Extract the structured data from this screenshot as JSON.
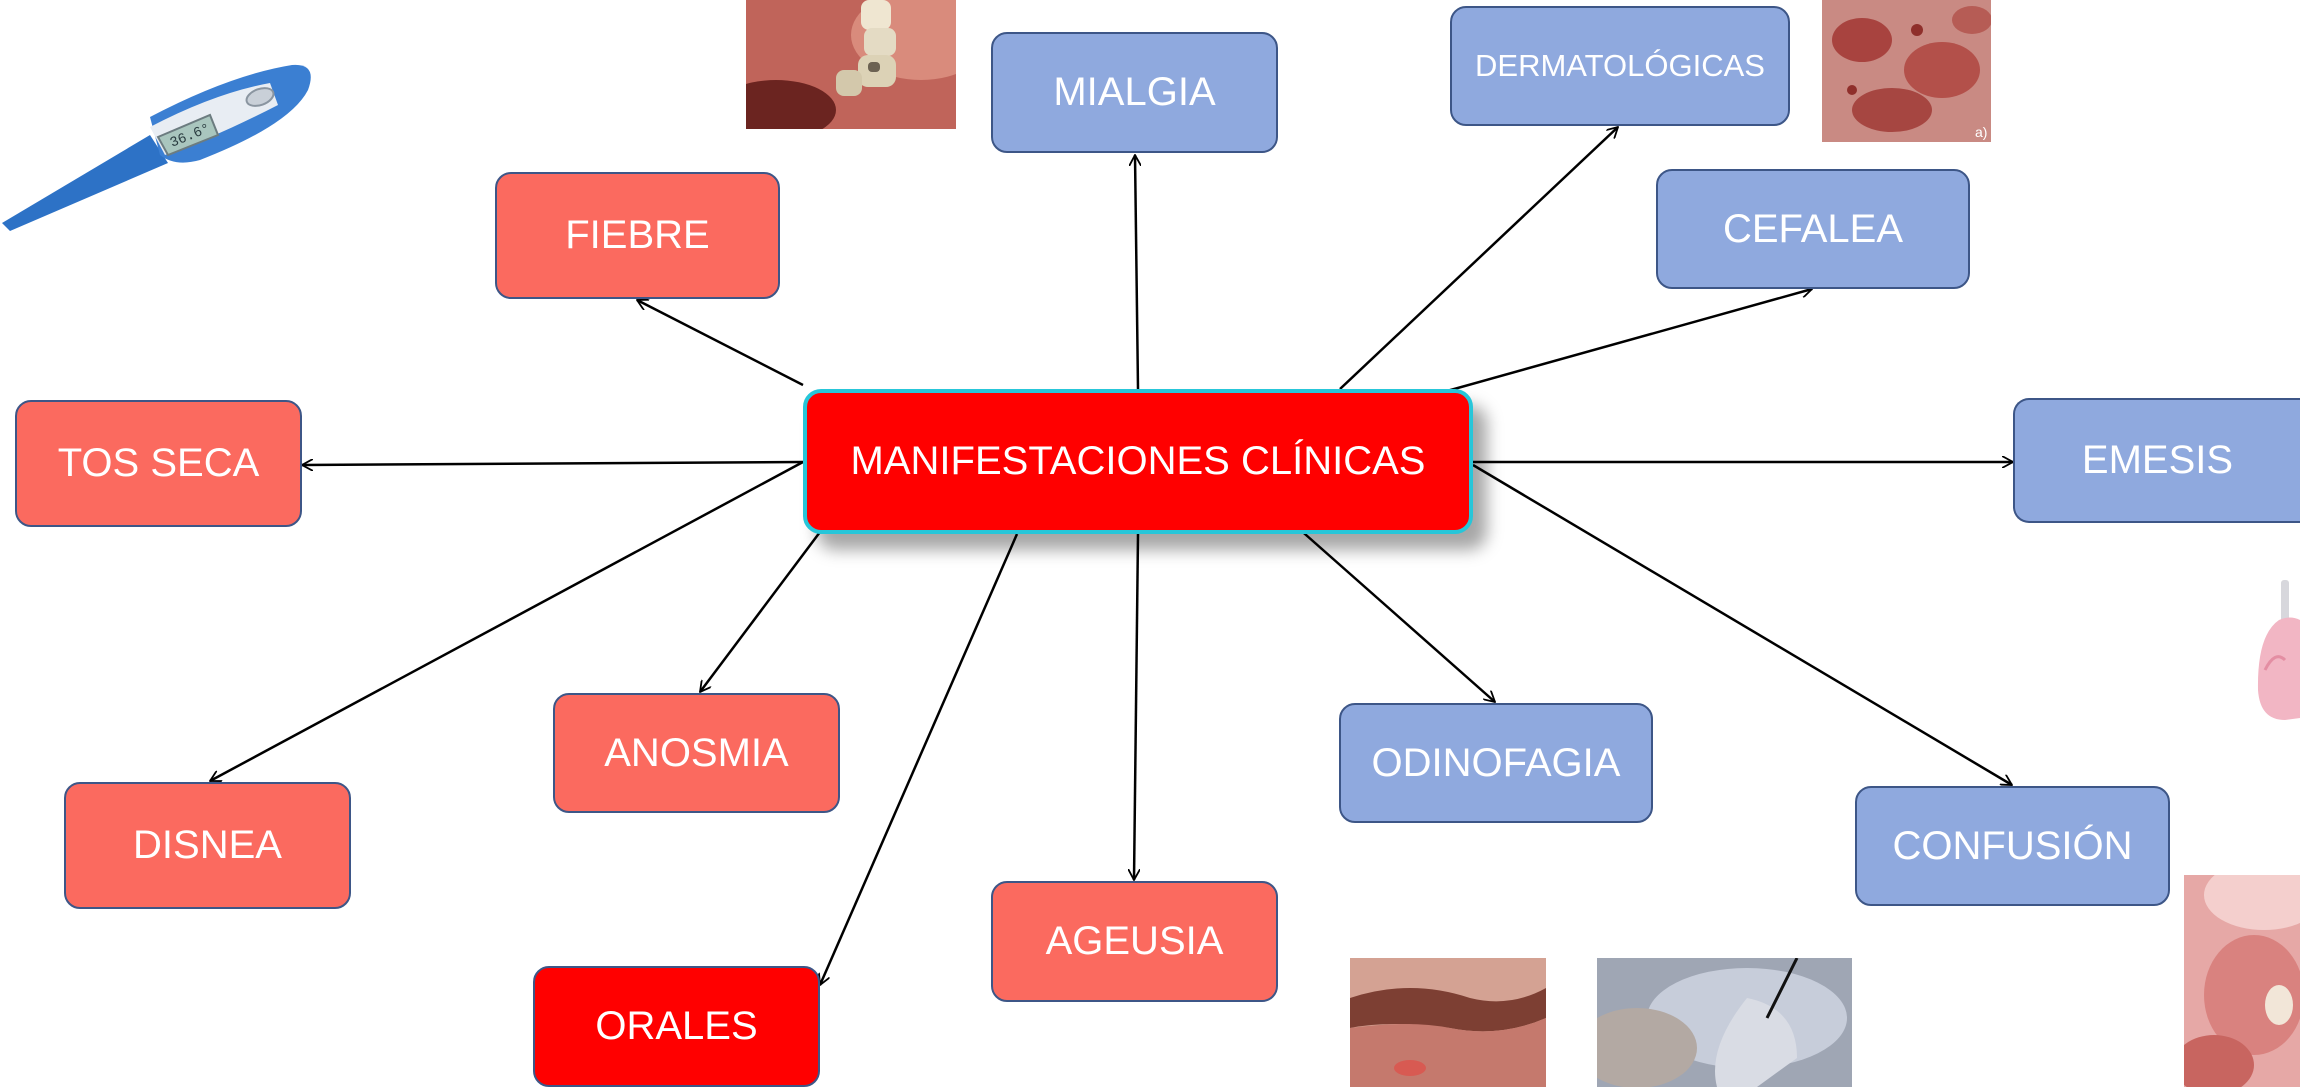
{
  "diagram": {
    "center": "MANIFESTACIONES CLÍNICAS",
    "nodes": {
      "fiebre": "FIEBRE",
      "tos_seca": "TOS SECA",
      "disnea": "DISNEA",
      "anosmia": "ANOSMIA",
      "orales": "ORALES",
      "ageusia": "AGEUSIA",
      "mialgia": "MIALGIA",
      "dermatologicas": "DERMATOLÓGICAS",
      "cefalea": "CEFALEA",
      "emesis": "EMESIS",
      "odinofagia": "ODINOFAGIA",
      "confusion": "CONFUSIÓN"
    },
    "photo_label": "a)",
    "thermometer_reading": "36.6°",
    "colors": {
      "center_fill": "#ff0000",
      "center_border": "#27c6d9",
      "red_node": "#fb6a5f",
      "blue_node": "#8fa9de",
      "node_border": "#3d5687",
      "orales_fill": "#ff0000"
    }
  }
}
